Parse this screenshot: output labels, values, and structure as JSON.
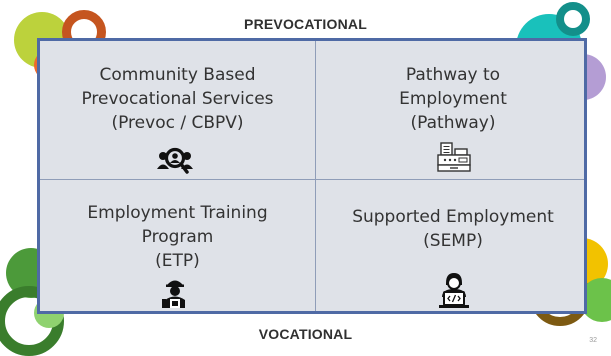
{
  "axis": {
    "top_label": "PREVOCATIONAL",
    "bottom_label": "VOCATIONAL"
  },
  "quadrants": {
    "top_left": {
      "lines": [
        "Community Based",
        "Prevocational Services",
        "(Prevoc / CBPV)"
      ],
      "icon": "group-search-icon"
    },
    "top_right": {
      "lines": [
        "Pathway to",
        "Employment",
        "(Pathway)"
      ],
      "icon": "cash-register-icon"
    },
    "bottom_left": {
      "lines": [
        "Employment Training",
        "Program",
        "(ETP)"
      ],
      "icon": "worker-icon"
    },
    "bottom_right": {
      "lines": [
        "Supported Employment",
        "(SEMP)"
      ],
      "icon": "laptop-user-icon"
    }
  },
  "page_number": "32",
  "colors": {
    "grid_fill": "#dfe2e8",
    "grid_border": "#4f6aa5",
    "lime": "#bcd23c",
    "orange_ring": "#c5551f",
    "orange": "#ed6b2c",
    "teal": "#19c1bb",
    "teal_dark": "#138f8a",
    "lavender": "#b49dd4",
    "green": "#4c9a3a",
    "light_green": "#8fd26f",
    "yellow": "#f2c200",
    "olive_ring": "#7d5a12"
  }
}
